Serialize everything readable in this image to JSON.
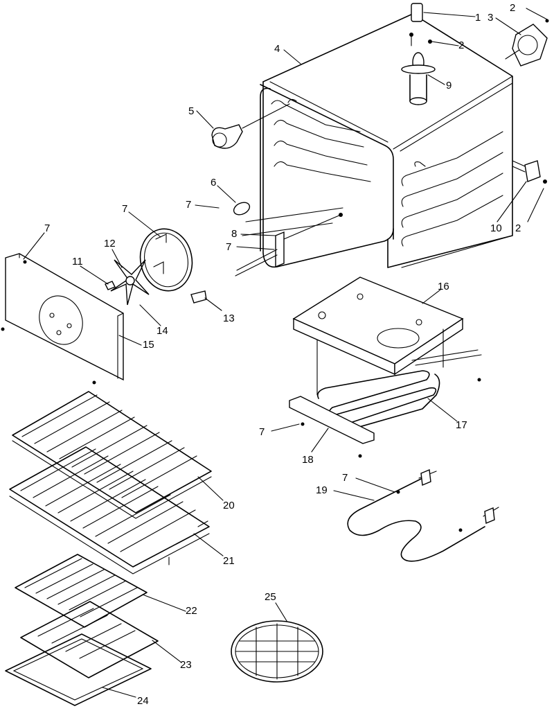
{
  "callouts": [
    {
      "id": "c1",
      "text": "1"
    },
    {
      "id": "c2a",
      "text": "2"
    },
    {
      "id": "c2b",
      "text": "2"
    },
    {
      "id": "c2c",
      "text": "2"
    },
    {
      "id": "c3",
      "text": "3"
    },
    {
      "id": "c4",
      "text": "4"
    },
    {
      "id": "c5",
      "text": "5"
    },
    {
      "id": "c6",
      "text": "6"
    },
    {
      "id": "c7a",
      "text": "7"
    },
    {
      "id": "c7b",
      "text": "7"
    },
    {
      "id": "c7c",
      "text": "7"
    },
    {
      "id": "c7d",
      "text": "7"
    },
    {
      "id": "c7e",
      "text": "7"
    },
    {
      "id": "c7f",
      "text": "7"
    },
    {
      "id": "c8",
      "text": "8"
    },
    {
      "id": "c9",
      "text": "9"
    },
    {
      "id": "c10",
      "text": "10"
    },
    {
      "id": "c11",
      "text": "11"
    },
    {
      "id": "c12",
      "text": "12"
    },
    {
      "id": "c13",
      "text": "13"
    },
    {
      "id": "c14",
      "text": "14"
    },
    {
      "id": "c15",
      "text": "15"
    },
    {
      "id": "c16",
      "text": "16"
    },
    {
      "id": "c17",
      "text": "17"
    },
    {
      "id": "c18",
      "text": "18"
    },
    {
      "id": "c19",
      "text": "19"
    },
    {
      "id": "c20",
      "text": "20"
    },
    {
      "id": "c21",
      "text": "21"
    },
    {
      "id": "c22",
      "text": "22"
    },
    {
      "id": "c23",
      "text": "23"
    },
    {
      "id": "c24",
      "text": "24"
    },
    {
      "id": "c25",
      "text": "25"
    }
  ]
}
